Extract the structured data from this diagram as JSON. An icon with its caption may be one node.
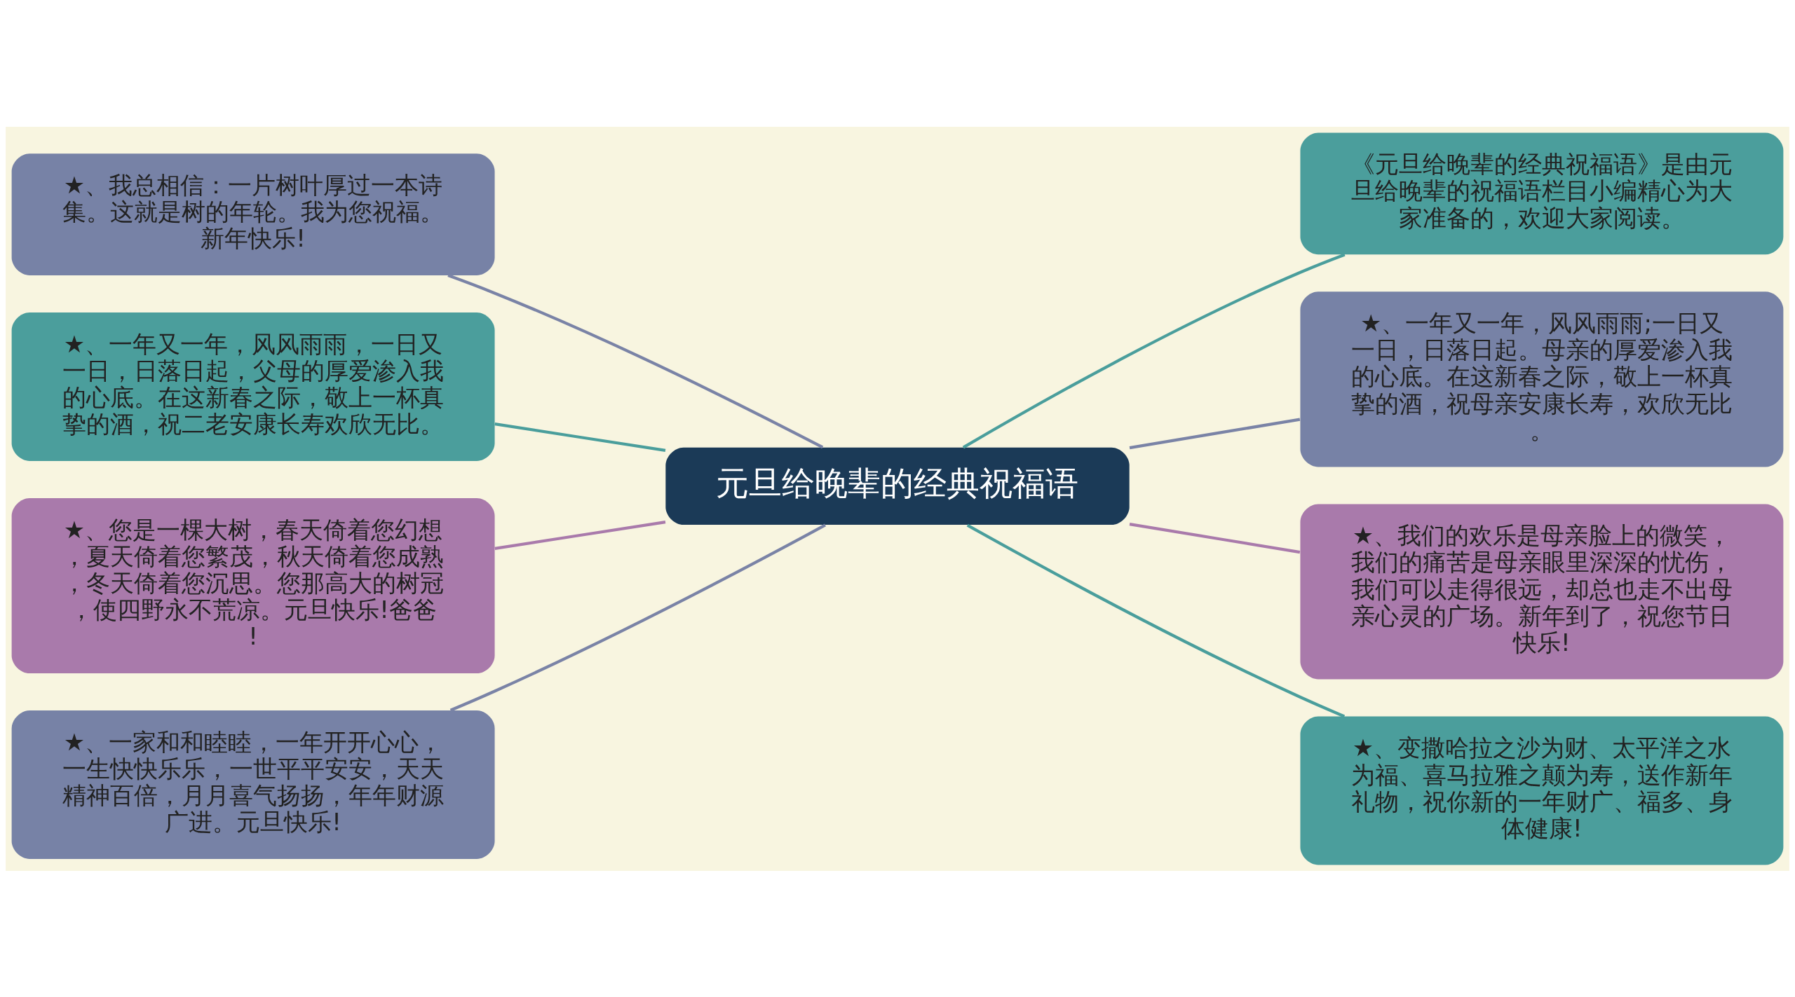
{
  "diagram": {
    "nodes": [
      {
        "text": [
          "元旦给晚辈的经典祝福语"
        ]
      },
      {
        "text": [
          "★、我总相信：一片树叶厚过一本诗集。这就是树的年轮。我为您祝福。新年快乐!"
        ]
      },
      {
        "text": [
          "★、一年又一年，风风雨雨，一日又一日，日落日起，父母的厚爱渗入我的心底。在这新春之际，敬上一杯真挚的酒，祝二老安康长寿欢欣无比。"
        ]
      },
      {
        "text": [
          "★、您是一棵大树，春天倚着您幻想，夏天倚着您繁茂，秋天倚着您成熟，冬天倚着您沉思。您那高大的树冠，使四野永不荒凉。元旦快乐!爸爸!"
        ]
      },
      {
        "text": [
          "★、一家和和睦睦，一年开开心心，一生快快乐乐，一世平平安安，天天精神百倍，月月喜气扬扬，年年财源广进。元旦快乐!"
        ]
      },
      {
        "text": [
          "《元旦给晚辈的经典祝福语》是由元旦给晚辈的祝福语栏目小编精心为大家准备的，欢迎大家阅读。"
        ]
      },
      {
        "text": [
          "★、一年又一年，风风雨雨;一日又一日，日落日起。母亲的厚爱渗入我的心底。在这新春之际，敬上一杯真挚的酒，祝母亲安康长寿，欢欣无比。"
        ]
      },
      {
        "text": [
          "★、我们的欢乐是母亲脸上的微笑，我们的痛苦是母亲眼里深深的忧伤，我们可以走得很远，却总也走不出母亲心灵的广场。新年到了，祝您节日快乐!"
        ]
      },
      {
        "text": [
          "★、变撒哈拉之沙为财、太平洋之水为福、喜马拉雅之颠为寿，送作新年礼物，祝你新的一年财广、福多、身体健康!"
        ]
      }
    ],
    "edges": [
      {
        "from": 1,
        "to": 0,
        "arrow": "none",
        "color": "#7a83a6"
      },
      {
        "from": 2,
        "to": 0,
        "arrow": "none",
        "color": "#4a9e9c"
      },
      {
        "from": 3,
        "to": 0,
        "arrow": "none",
        "color": "#a97aab"
      },
      {
        "from": 4,
        "to": 0,
        "arrow": "none",
        "color": "#7a83a6"
      },
      {
        "from": 0,
        "to": 5,
        "arrow": "none",
        "color": "#4a9e9c"
      },
      {
        "from": 0,
        "to": 6,
        "arrow": "none",
        "color": "#7a83a6"
      },
      {
        "from": 0,
        "to": 7,
        "arrow": "none",
        "color": "#a97aab"
      },
      {
        "from": 0,
        "to": 8,
        "arrow": "none",
        "color": "#4a9e9c"
      }
    ]
  }
}
